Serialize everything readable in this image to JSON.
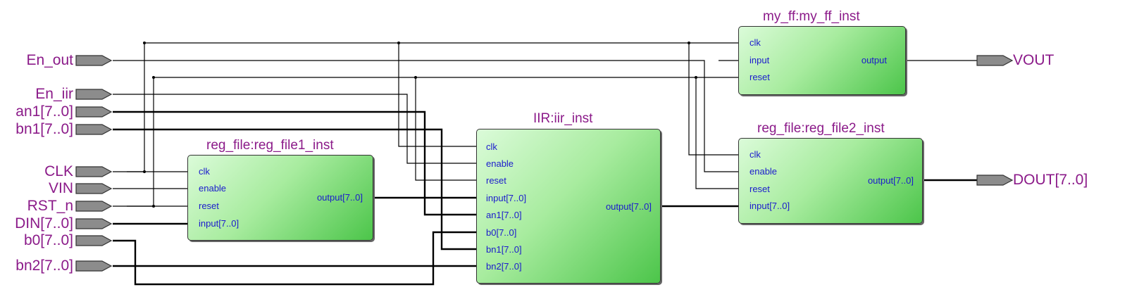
{
  "inputs": {
    "en_out": "En_out",
    "en_iir": "En_iir",
    "an1": "an1[7..0]",
    "bn1": "bn1[7..0]",
    "clk": "CLK",
    "vin": "VIN",
    "rst_n": "RST_n",
    "din": "DIN[7..0]",
    "b0": "b0[7..0]",
    "bn2": "bn2[7..0]"
  },
  "outputs": {
    "vout": "VOUT",
    "dout": "DOUT[7..0]"
  },
  "blocks": {
    "my_ff": {
      "title": "my_ff:my_ff_inst",
      "in_ports": [
        "clk",
        "input",
        "reset"
      ],
      "out_port": "output"
    },
    "reg_file1": {
      "title": "reg_file:reg_file1_inst",
      "in_ports": [
        "clk",
        "enable",
        "reset",
        "input[7..0]"
      ],
      "out_port": "output[7..0]"
    },
    "iir": {
      "title": "IIR:iir_inst",
      "in_ports": [
        "clk",
        "enable",
        "reset",
        "input[7..0]",
        "an1[7..0]",
        "b0[7..0]",
        "bn1[7..0]",
        "bn2[7..0]"
      ],
      "out_port": "output[7..0]"
    },
    "reg_file2": {
      "title": "reg_file:reg_file2_inst",
      "in_ports": [
        "clk",
        "enable",
        "reset",
        "input[7..0]"
      ],
      "out_port": "output[7..0]"
    }
  },
  "colors": {
    "label": "#8b1a89",
    "port": "#1a1acd",
    "pin_fill": "#8c8c8c",
    "block_light": "#dbfbd9",
    "block_dark": "#4cc54a",
    "wire": "#000000"
  }
}
